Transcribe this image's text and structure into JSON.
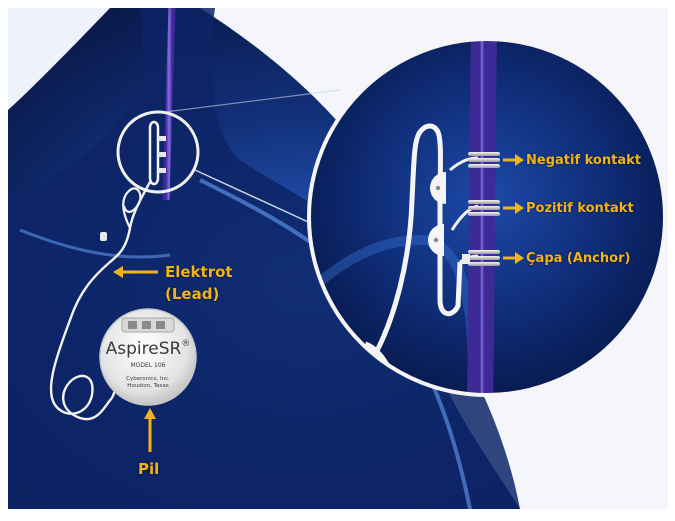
{
  "labels": {
    "negative_contact": "Negatif kontakt",
    "positive_contact": "Pozitif kontakt",
    "anchor": "Çapa (Anchor)",
    "lead_line1": "Elektrot",
    "lead_line2": "(Lead)",
    "battery": "Pil"
  },
  "device": {
    "brand": "AspireSR",
    "brand_mark": "®",
    "model_line": "MODEL 106",
    "maker_line1": "Cyberonics, Inc.",
    "maker_line2": "Houston, Texas"
  },
  "colors": {
    "label": "#f2b21a",
    "background_dark": "#0a1b4a",
    "background_glow": "#2f6fd6",
    "nerve": "#6a4fc8",
    "lead_wire": "#f2f2f2"
  }
}
